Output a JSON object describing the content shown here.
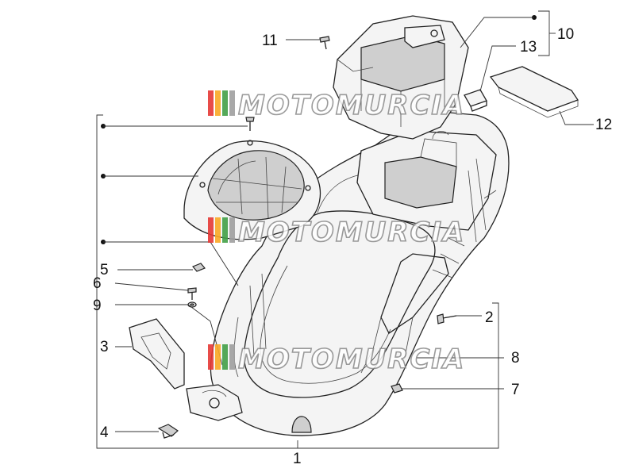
{
  "diagram": {
    "callouts": [
      {
        "id": "c1",
        "label": "1"
      },
      {
        "id": "c2",
        "label": "2"
      },
      {
        "id": "c3",
        "label": "3"
      },
      {
        "id": "c4",
        "label": "4"
      },
      {
        "id": "c5",
        "label": "5"
      },
      {
        "id": "c6",
        "label": "6"
      },
      {
        "id": "c7",
        "label": "7"
      },
      {
        "id": "c8",
        "label": "8"
      },
      {
        "id": "c9",
        "label": "9"
      },
      {
        "id": "c10",
        "label": "10"
      },
      {
        "id": "c11",
        "label": "11"
      },
      {
        "id": "c12",
        "label": "12"
      },
      {
        "id": "c13",
        "label": "13"
      }
    ]
  },
  "watermark": {
    "text": "MOTOMURCIA",
    "colors": [
      "#e53935",
      "#f9a825",
      "#43a047",
      "#9e9e9e"
    ]
  }
}
